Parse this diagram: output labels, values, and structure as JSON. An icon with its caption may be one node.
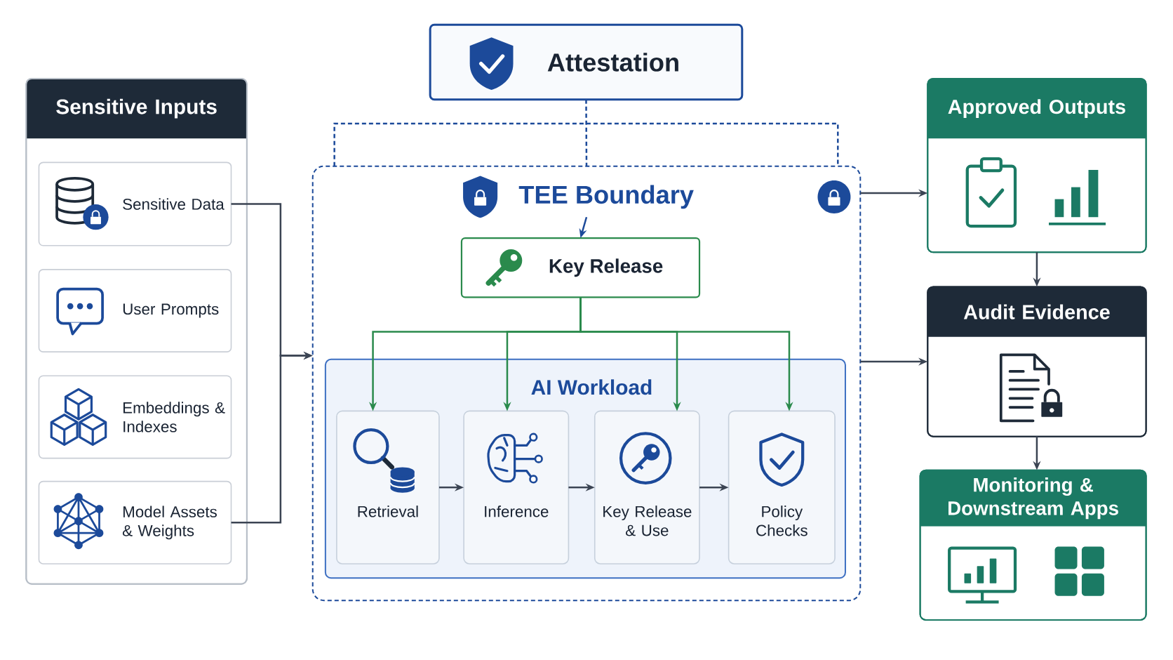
{
  "diagram": {
    "nodes": [
      {
        "text": [
          "Attestation"
        ]
      },
      {
        "text": [
          "Sensitive Inputs"
        ]
      },
      {
        "text": [
          "Sensitive Data"
        ],
        "in": 1
      },
      {
        "text": [
          "User Prompts"
        ],
        "in": 1
      },
      {
        "text": [
          "Embeddings & Indexes"
        ],
        "in": 1
      },
      {
        "text": [
          "Model Assets & Weights"
        ],
        "in": 1
      },
      {
        "text": [
          "TEE Boundary"
        ]
      },
      {
        "text": [
          "Key Release"
        ],
        "in": 6
      },
      {
        "text": [
          "AI Workload"
        ],
        "in": 6
      },
      {
        "text": [
          "Retrieval"
        ],
        "in": 8
      },
      {
        "text": [
          "Inference"
        ],
        "in": 8
      },
      {
        "text": [
          "Key Release & Use"
        ],
        "in": 8
      },
      {
        "text": [
          "Policy Checks"
        ],
        "in": 8
      },
      {
        "text": [
          "Approved Outputs"
        ]
      },
      {
        "text": [
          "Audit Evidence"
        ]
      },
      {
        "text": [
          "Monitoring & Downstream Apps"
        ]
      }
    ],
    "edges": [
      {
        "from": 0,
        "to": 6,
        "arrow": "none",
        "style": "dashed",
        "color": "#1c4a9a"
      },
      {
        "from": 2,
        "to": 6,
        "arrow": "to"
      },
      {
        "from": 5,
        "to": 6,
        "arrow": "to"
      },
      {
        "from": null,
        "to": 7,
        "arrow": "to",
        "color": "#1c4a9a"
      },
      {
        "from": 7,
        "to": 9,
        "arrow": "to",
        "color": "#2a8a4c"
      },
      {
        "from": 7,
        "to": 10,
        "arrow": "to",
        "color": "#2a8a4c"
      },
      {
        "from": 7,
        "to": 11,
        "arrow": "to",
        "color": "#2a8a4c"
      },
      {
        "from": 7,
        "to": 12,
        "arrow": "to",
        "color": "#2a8a4c"
      },
      {
        "from": 9,
        "to": 10,
        "arrow": "to"
      },
      {
        "from": 10,
        "to": 11,
        "arrow": "to"
      },
      {
        "from": 11,
        "to": 12,
        "arrow": "to"
      },
      {
        "from": 6,
        "to": 13,
        "arrow": "to"
      },
      {
        "from": 6,
        "to": 14,
        "arrow": "to"
      },
      {
        "from": 13,
        "to": 14,
        "arrow": "to"
      },
      {
        "from": 14,
        "to": 15,
        "arrow": "to"
      }
    ]
  }
}
